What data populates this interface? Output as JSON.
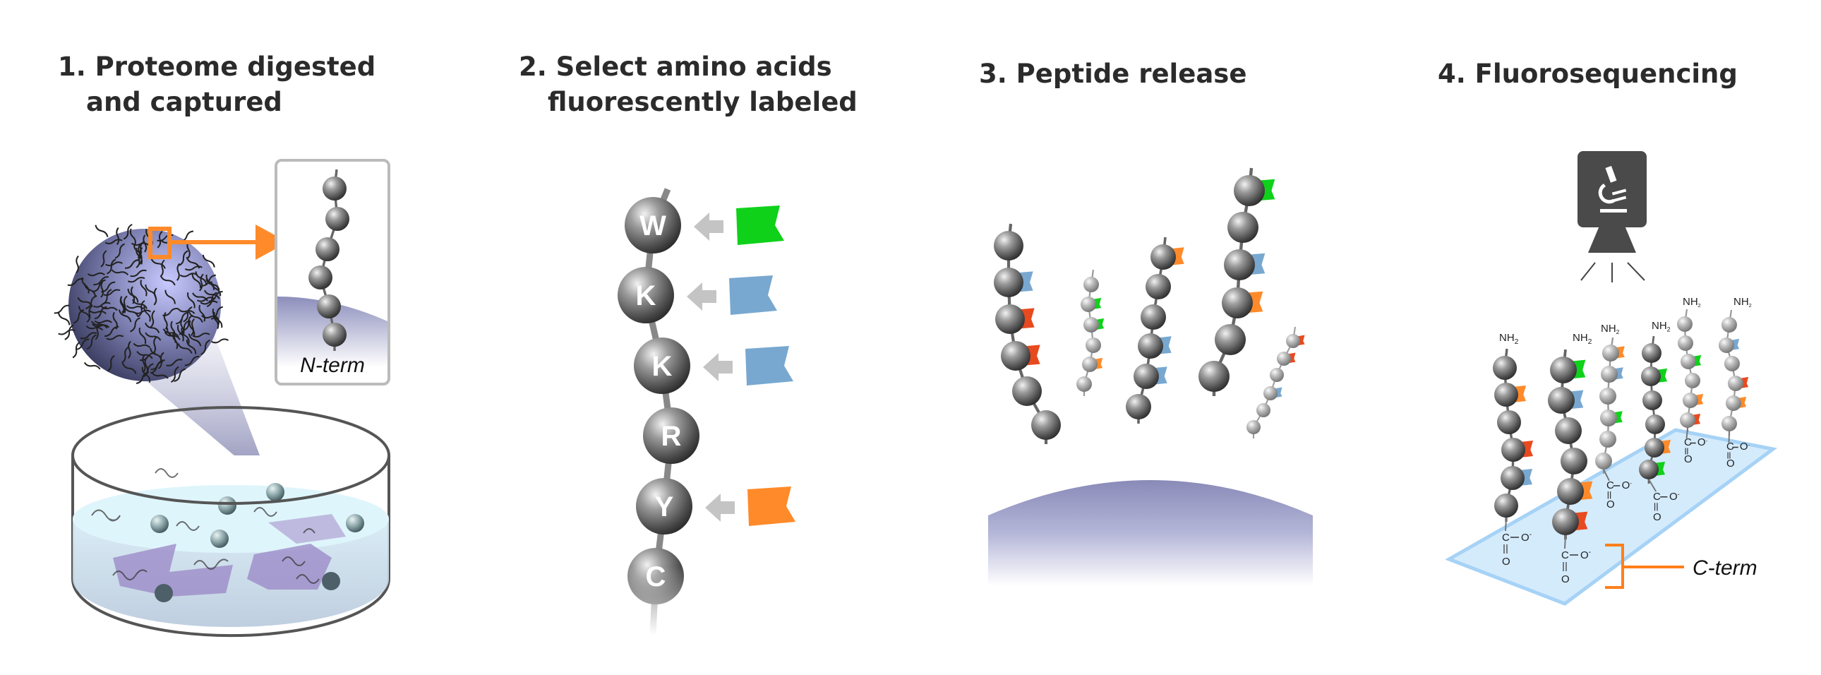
{
  "steps": [
    {
      "title_line1": "1. Proteome digested",
      "title_line2": "and captured",
      "inset_label": "N-term"
    },
    {
      "title_line1": "2. Select amino acids",
      "title_line2": "fluorescently labeled",
      "residues": [
        "W",
        "K",
        "K",
        "R",
        "Y",
        "C"
      ]
    },
    {
      "title_line1": "3. Peptide release"
    },
    {
      "title_line1": "4. Fluorosequencing",
      "bracket_label": "C-term"
    }
  ],
  "chem": {
    "nh": "NH",
    "sub2": "2",
    "c": "C",
    "o": "O",
    "charge": "-"
  },
  "colors": {
    "green": "#0fd11a",
    "blue": "#78a8d0",
    "orange": "#ff8a2a",
    "red": "#e84a1f",
    "accent_orange": "#ff8a2a",
    "bead": "#8a8a8a",
    "slide": "#cfe8fb",
    "sphere": "#8a8cc0",
    "icon": "#4a4a4a"
  }
}
